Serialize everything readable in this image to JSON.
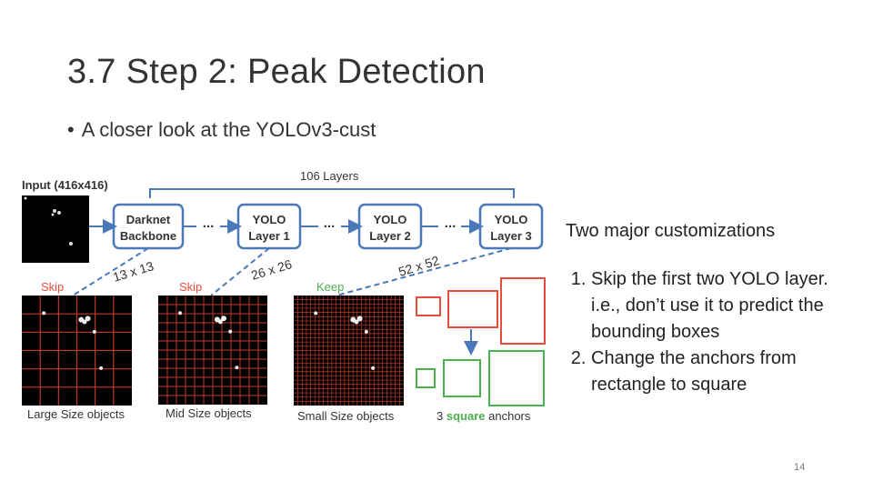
{
  "slide": {
    "title": "3.7 Step 2: Peak Detection",
    "bullet": "A closer look at the YOLOv3-cust",
    "page_number": "14"
  },
  "diagram": {
    "input_label": "Input (416x416)",
    "layers_label": "106 Layers",
    "boxes": [
      {
        "line1": "Darknet",
        "line2": "Backbone"
      },
      {
        "line1": "YOLO",
        "line2": "Layer 1"
      },
      {
        "line1": "YOLO",
        "line2": "Layer 2"
      },
      {
        "line1": "YOLO",
        "line2": "Layer 3"
      }
    ],
    "ellipsis": "...",
    "grid_sizes": [
      "13 x 13",
      "26 x 26",
      "52 x 52"
    ],
    "actions": [
      {
        "label": "Skip",
        "color": "#e74c3c"
      },
      {
        "label": "Skip",
        "color": "#e74c3c"
      },
      {
        "label": "Keep",
        "color": "#4caf50"
      }
    ],
    "captions": [
      "Large Size objects",
      "Mid Size objects",
      "Small Size objects"
    ],
    "anchors_caption": {
      "pre": "3",
      "highlight": "square",
      "post": "anchors"
    },
    "colors": {
      "box_border": "#4a78b8",
      "red": "#e74c3c",
      "green": "#4caf50",
      "grid_red": "#c0392b"
    }
  },
  "customizations": {
    "heading": "Two major customizations",
    "items": [
      "Skip the first two YOLO layer. i.e., don’t use it to predict the bounding boxes",
      "Change the anchors from rectangle to square"
    ]
  }
}
